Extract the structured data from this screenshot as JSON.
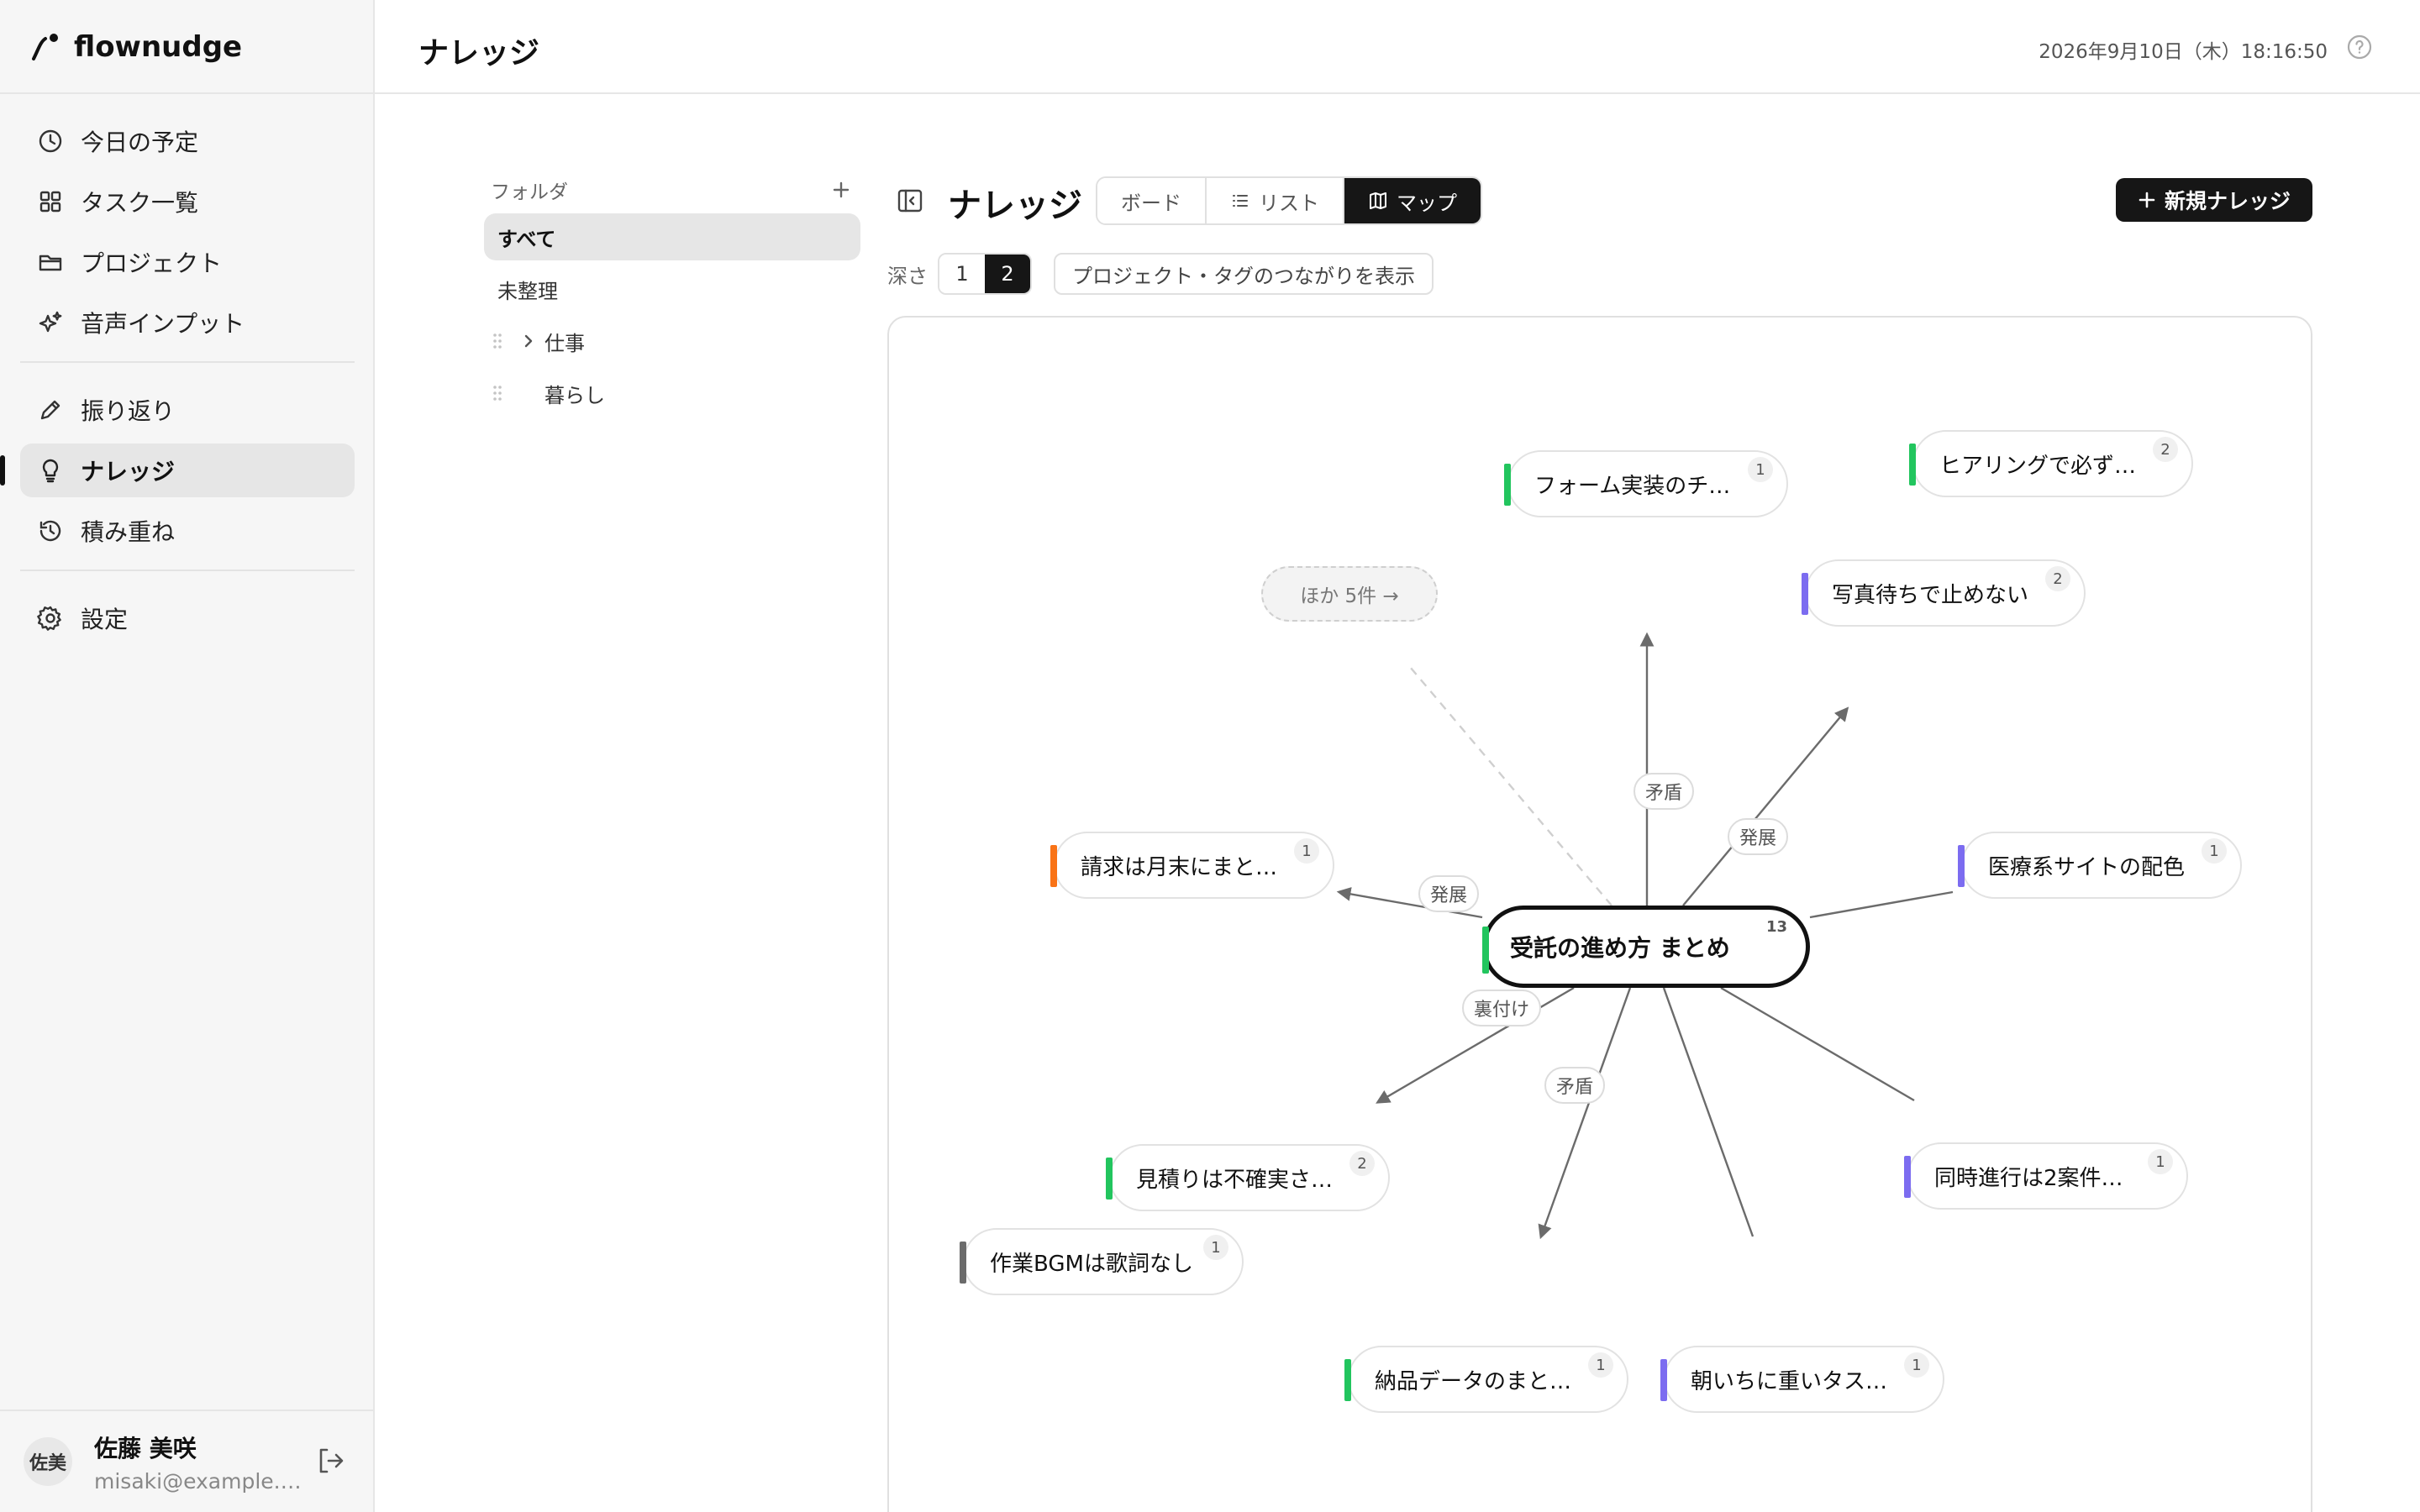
{
  "app": {
    "name": "flownudge"
  },
  "sidebar": {
    "items": [
      {
        "label": "今日の予定",
        "icon": "clock-icon"
      },
      {
        "label": "タスク一覧",
        "icon": "grid-icon"
      },
      {
        "label": "プロジェクト",
        "icon": "folder-icon"
      },
      {
        "label": "音声インプット",
        "icon": "sparkle-icon"
      },
      {
        "label": "振り返り",
        "icon": "pencil-icon"
      },
      {
        "label": "ナレッジ",
        "icon": "lightbulb-icon",
        "active": true
      },
      {
        "label": "積み重ね",
        "icon": "history-icon"
      },
      {
        "label": "設定",
        "icon": "gear-icon"
      }
    ]
  },
  "user": {
    "initials": "佐美",
    "name": "佐藤 美咲",
    "email": "misaki@example.com"
  },
  "header": {
    "title": "ナレッジ",
    "datetime": "2026年9月10日（木）18:16:50"
  },
  "folders": {
    "heading": "フォルダ",
    "items": [
      {
        "label": "すべて",
        "active": true
      },
      {
        "label": "未整理"
      },
      {
        "label": "仕事",
        "expandable": true
      },
      {
        "label": "暮らし"
      }
    ]
  },
  "knowledge": {
    "title": "ナレッジ",
    "views": [
      "ボード",
      "リスト",
      "マップ"
    ],
    "active_view": "マップ",
    "new_button": "新規ナレッジ",
    "depth_label": "深さ",
    "depth_options": [
      "1",
      "2"
    ],
    "depth_selected": "2",
    "toggle_links": "プロジェクト・タグのつながりを表示"
  },
  "map": {
    "center": {
      "label": "受託の進め方 まとめ",
      "count": "13"
    },
    "more": "ほか 5件 →",
    "nodes": [
      {
        "label": "フォーム実装のチ…",
        "count": "1",
        "color": "#22c55e"
      },
      {
        "label": "ヒアリングで必ず…",
        "count": "2",
        "color": "#22c55e"
      },
      {
        "label": "写真待ちで止めない",
        "count": "2",
        "color": "#7c6cf0"
      },
      {
        "label": "請求は月末にまと…",
        "count": "1",
        "color": "#f97316"
      },
      {
        "label": "医療系サイトの配色",
        "count": "1",
        "color": "#7c6cf0"
      },
      {
        "label": "見積りは不確実さ…",
        "count": "2",
        "color": "#22c55e"
      },
      {
        "label": "同時進行は2案件…",
        "count": "1",
        "color": "#7c6cf0"
      },
      {
        "label": "作業BGMは歌詞なし",
        "count": "1",
        "color": "#6b6b6b"
      },
      {
        "label": "納品データのまと…",
        "count": "1",
        "color": "#22c55e"
      },
      {
        "label": "朝いちに重いタス…",
        "count": "1",
        "color": "#7c6cf0"
      }
    ],
    "edge_labels": [
      "矛盾",
      "発展",
      "発展",
      "裏付け",
      "矛盾"
    ]
  }
}
